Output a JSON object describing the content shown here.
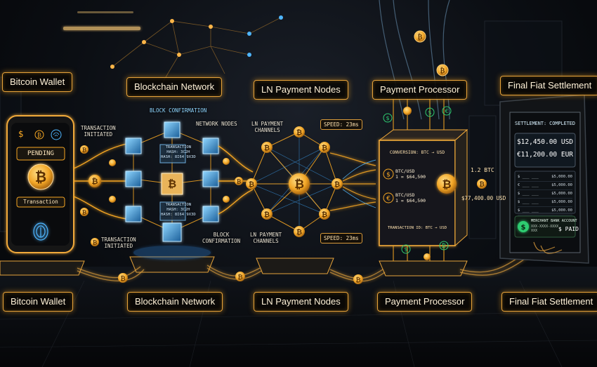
{
  "stages_top": [
    "Bitcoin Wallet",
    "Blockchain Network",
    "LN Payment Nodes",
    "Payment Processor",
    "Final Fiat Settlement"
  ],
  "stages_bottom": [
    "Bitcoin Wallet",
    "Blockchain Network",
    "LN Payment Nodes",
    "Payment Processor",
    "Final Fiat Settlement"
  ],
  "wallet": {
    "status": "PENDING",
    "button": "Transaction",
    "note_top": "TRANSACTION\nINITIATED",
    "note_bottom": "TRANSACTION\nINITIATED"
  },
  "blockchain": {
    "block_confirmation": "BLOCK CONFIRMATION",
    "network_nodes": "NETWORK NODES",
    "block_confirmation_bottom": "BLOCK\nCONFIRMATION",
    "tx_text_1": "TRANSACTION\nHASH: 3C2H\nHASH: 8I64 9X3D",
    "tx_text_2": "TRANSACTION\nHASH: 3C2H\nHASH: 8I64 9X3D"
  },
  "ln": {
    "channels_top": "LN PAYMENT\nCHANNELS",
    "channels_bottom": "LN PAYMENT\nCHANNELS",
    "speed_top": "SPEED: 23ms",
    "speed_bottom": "SPEED: 23ms"
  },
  "processor": {
    "conversion": "CONVERSION: BTC → USD",
    "rate_1": "BTC/USD\n1 = $64,500",
    "rate_2": "BTC/USD\n1 = $64,500",
    "transaction_id": "TRANSACTION ID: BTC → USD",
    "btc_amount": "1.2 BTC",
    "usd_amount": "$77,400.00 USD"
  },
  "settlement": {
    "status": "SETTLEMENT: COMPLETED",
    "usd": "$12,450.00 USD",
    "eur": "€11,200.00 EUR",
    "rows": [
      [
        "$ ___ ___",
        "$5,000.00"
      ],
      [
        "€ ___ ___",
        "$5,000.00"
      ],
      [
        "$ ___ ___",
        "$5,000.00"
      ],
      [
        "$ ___ ___",
        "$5,000.00"
      ],
      [
        "$ ___ ___",
        "$5,000.00"
      ]
    ],
    "account": "MERCHANT BANK ACCOUNT",
    "account_no": "XXX-XXXX-XXXX\nXXX",
    "paid": "$ PAID"
  },
  "colors": {
    "gold": "#f5a623",
    "blue": "#4fb6ff",
    "green": "#2ecc71"
  },
  "icons": [
    "bitcoin-icon",
    "fingerprint-icon",
    "dollar-icon",
    "euro-icon"
  ]
}
